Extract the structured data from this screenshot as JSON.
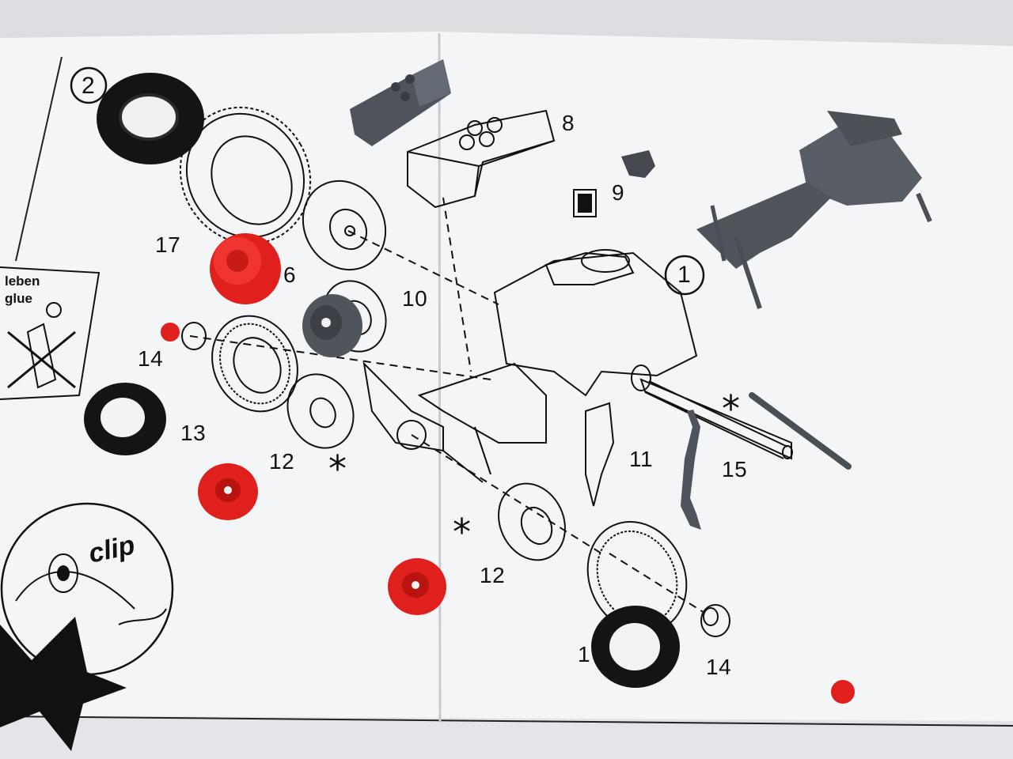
{
  "scene": {
    "paper_color": "#f4f5f7",
    "ink_color": "#111111",
    "red_part_color": "#e0201c",
    "grey_part_color": "#555a62",
    "black_tire_color": "#141414"
  },
  "labels": {
    "step_2": "2",
    "step_1": "1",
    "part_8": "8",
    "part_9": "9",
    "part_17": "17",
    "part_6": "6",
    "part_10": "10",
    "part_14_left": "14",
    "part_13": "13",
    "part_12_left": "12",
    "part_12_bottom": "12",
    "part_11": "11",
    "part_15": "15",
    "part_1_partial": "1",
    "part_14_right": "14",
    "asterisk": "*",
    "glue_de": "leben",
    "glue_en": "glue",
    "clip": "clip"
  }
}
